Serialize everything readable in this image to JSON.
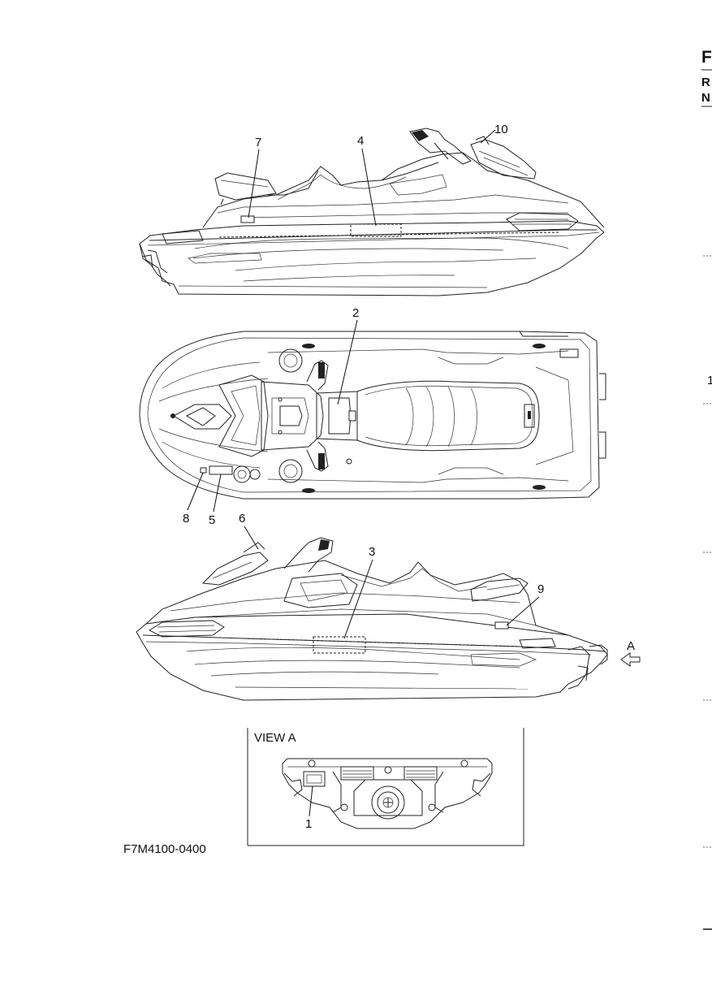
{
  "header": {
    "top_letter": "F",
    "line_2": "R",
    "line_3": "N",
    "side_mark": "1"
  },
  "callouts": {
    "c1": "1",
    "c2": "2",
    "c3": "3",
    "c4": "4",
    "c5": "5",
    "c6": "6",
    "c7": "7",
    "c8": "8",
    "c9": "9",
    "c10": "10",
    "view_arrow": "A"
  },
  "view_a": {
    "title": "VIEW A"
  },
  "drawing_number": "F7M4100-0400",
  "colors": {
    "line": "#222222",
    "background": "#ffffff"
  }
}
